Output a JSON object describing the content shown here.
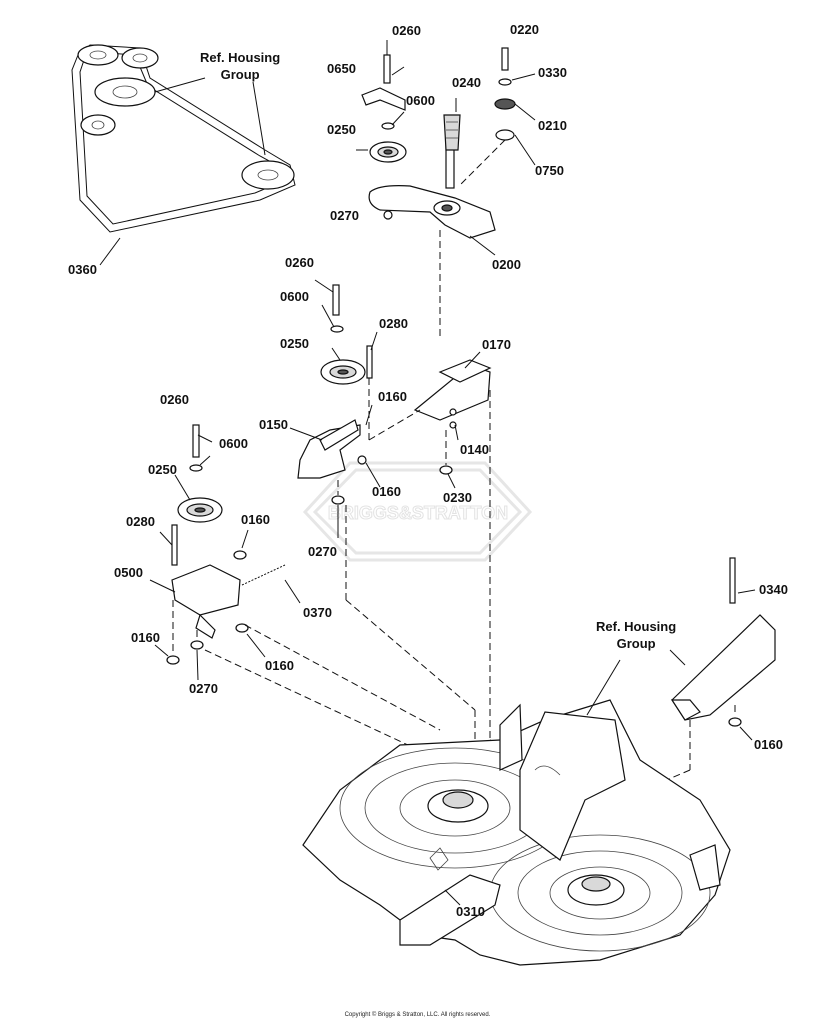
{
  "labels": {
    "p0220": "0220",
    "p0260a": "0260",
    "p0650": "0650",
    "p0600a": "0600",
    "p0240": "0240",
    "p0330": "0330",
    "p0250a": "0250",
    "p0210": "0210",
    "p0750": "0750",
    "p0270a": "0270",
    "p0200": "0200",
    "p0360": "0360",
    "p0260b": "0260",
    "p0600b": "0600",
    "p0280a": "0280",
    "p0250b": "0250",
    "p0170": "0170",
    "p0160a": "0160",
    "p0150": "0150",
    "p0140": "0140",
    "p0160b": "0160",
    "p0230": "0230",
    "p0270b": "0270",
    "p0260c": "0260",
    "p0600c": "0600",
    "p0250c": "0250",
    "p0160c": "0160",
    "p0280b": "0280",
    "p0500": "0500",
    "p0370": "0370",
    "p0160d": "0160",
    "p0160e": "0160",
    "p0270c": "0270",
    "p0340": "0340",
    "p0160f": "0160",
    "p0310": "0310"
  },
  "ref_housing_1": {
    "line1": "Ref. Housing",
    "line2": "Group"
  },
  "ref_housing_2": {
    "line1": "Ref. Housing",
    "line2": "Group"
  },
  "watermark": "BRIGGS&STRATTON",
  "copyright": "Copyright © Briggs & Stratton, LLC. All rights reserved."
}
